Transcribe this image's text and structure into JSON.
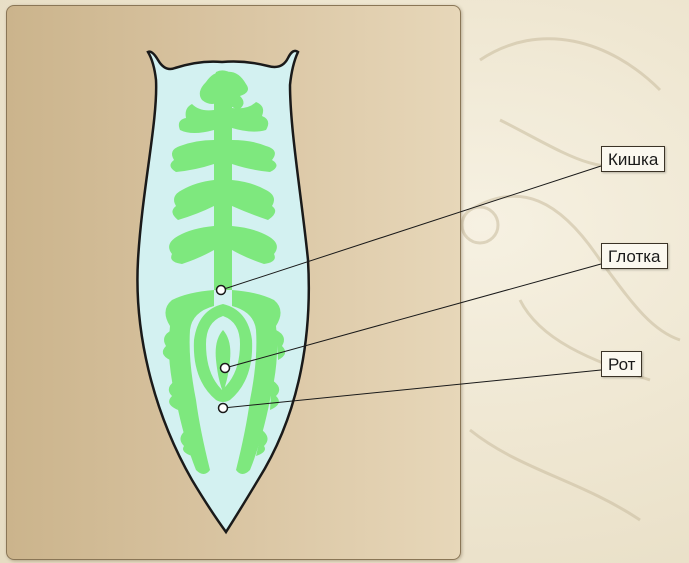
{
  "labels": {
    "gut": "Кишка",
    "pharynx": "Глотка",
    "mouth": "Рот"
  },
  "colors": {
    "body_fill": "#d3f1f1",
    "gut_fill": "#7ee87e",
    "outline": "#1a1a1a",
    "panel": "#d8c3a0"
  }
}
